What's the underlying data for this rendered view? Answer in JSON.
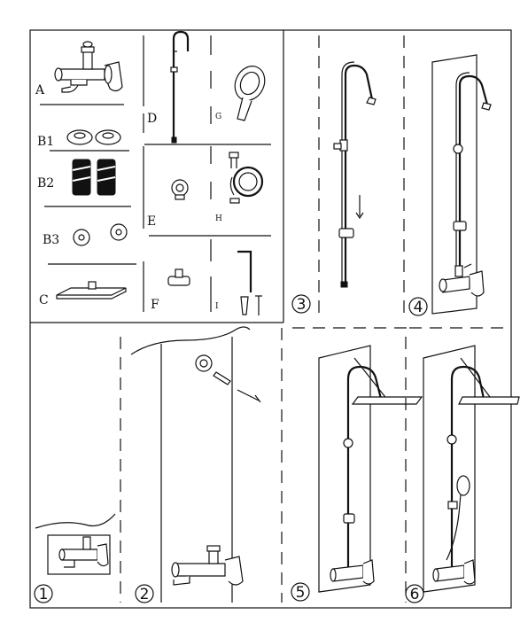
{
  "parts": {
    "A": "A",
    "B1": "B1",
    "B2": "B2",
    "B3": "B3",
    "C": "C",
    "D": "D",
    "E": "E",
    "F": "F",
    "G": "G",
    "H": "H",
    "I": "I"
  },
  "steps": {
    "s1": "1",
    "s2": "2",
    "s3": "3",
    "s4": "4",
    "s5": "5",
    "s6": "6"
  }
}
